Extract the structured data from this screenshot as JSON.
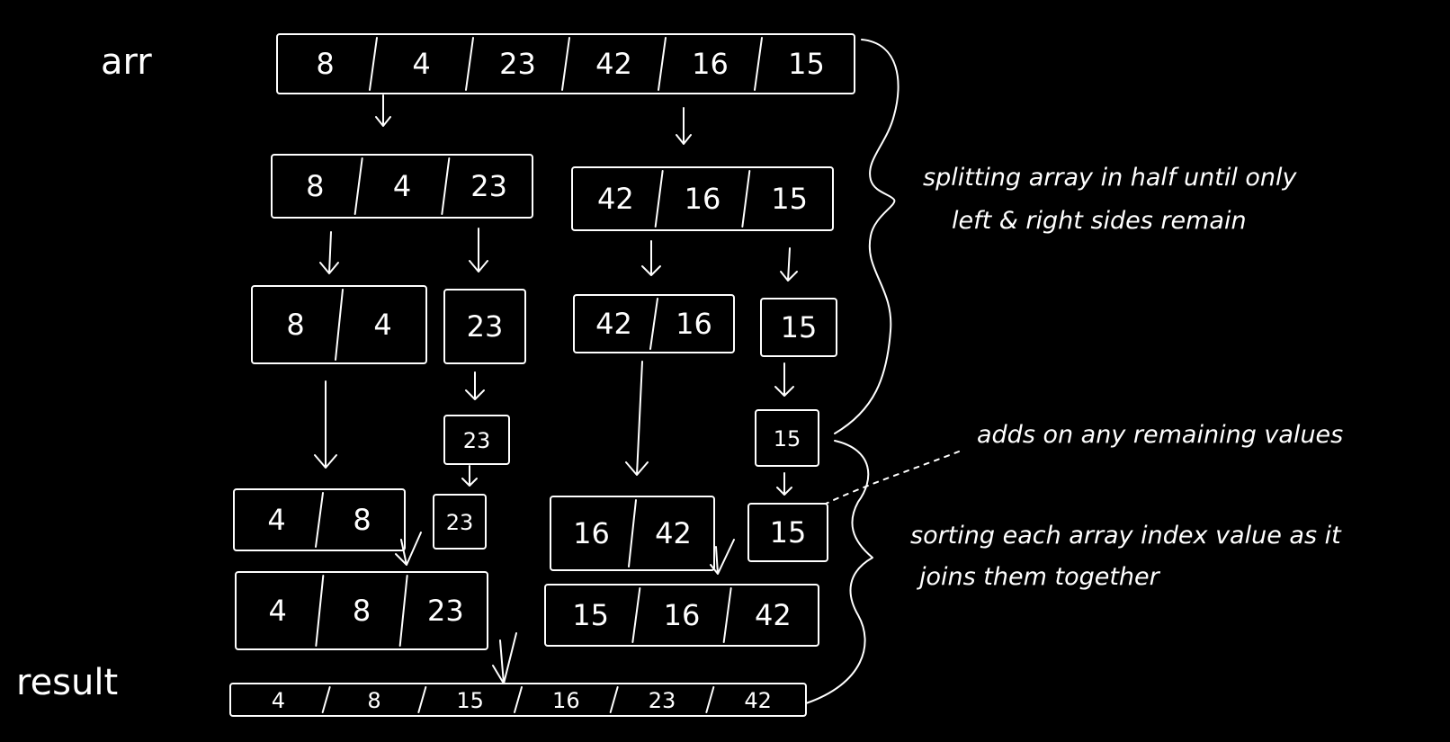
{
  "labels": {
    "arr": "arr",
    "result": "result"
  },
  "notes": {
    "split_line1": "splitting array in half until only",
    "split_line2": "left & right sides remain",
    "remaining": "adds on any remaining values",
    "sort_line1": "sorting each array index value as it",
    "sort_line2": "joins them together"
  },
  "arrays": {
    "arr": [
      "8",
      "4",
      "23",
      "42",
      "16",
      "15"
    ],
    "split_left": [
      "8",
      "4",
      "23"
    ],
    "split_right": [
      "42",
      "16",
      "15"
    ],
    "pair_8_4": [
      "8",
      "4"
    ],
    "single_23": [
      "23"
    ],
    "pair_42_16": [
      "42",
      "16"
    ],
    "single_15": [
      "15"
    ],
    "carry_23": [
      "23"
    ],
    "carry_15": [
      "15"
    ],
    "sorted_4_8": [
      "4",
      "8"
    ],
    "remaining_23": [
      "23"
    ],
    "sorted_16_42": [
      "16",
      "42"
    ],
    "remaining_15": [
      "15"
    ],
    "merged_left": [
      "4",
      "8",
      "23"
    ],
    "merged_right": [
      "15",
      "16",
      "42"
    ],
    "result": [
      "4",
      "8",
      "15",
      "16",
      "23",
      "42"
    ]
  }
}
